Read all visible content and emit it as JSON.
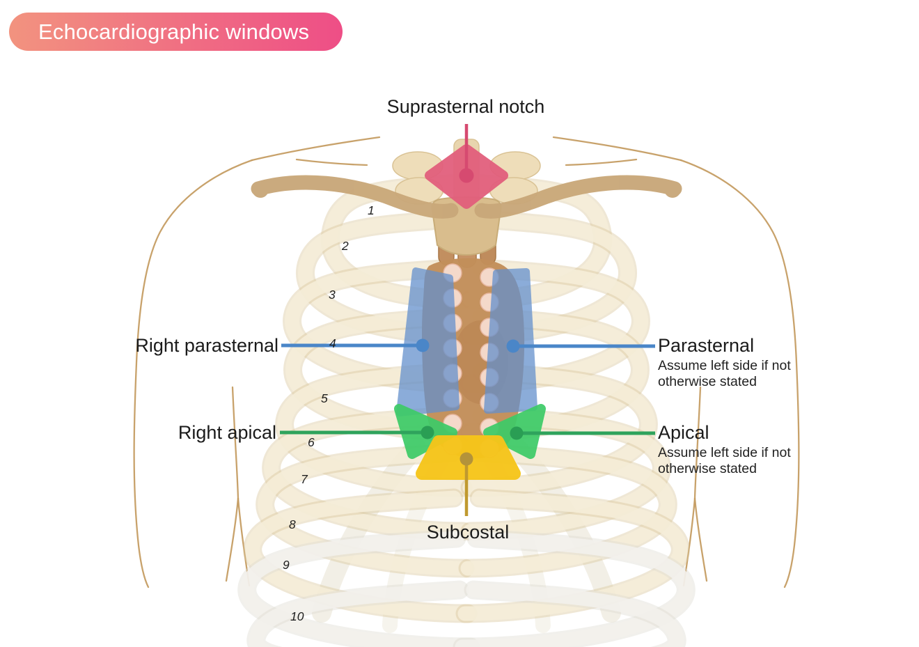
{
  "header": {
    "title": "Echocardiographic windows"
  },
  "labels": {
    "suprasternal": {
      "text": "Suprasternal notch"
    },
    "right_parasternal": {
      "text": "Right parasternal"
    },
    "parasternal": {
      "text": "Parasternal",
      "note": "Assume left side if not otherwise stated"
    },
    "right_apical": {
      "text": "Right apical"
    },
    "apical": {
      "text": "Apical",
      "note": "Assume left side if not otherwise stated"
    },
    "subcostal": {
      "text": "Subcostal"
    }
  },
  "ribs": {
    "numbers": [
      "1",
      "2",
      "3",
      "4",
      "5",
      "6",
      "7",
      "8",
      "9",
      "10"
    ]
  },
  "colors": {
    "header_gradient_start": "#F2937F",
    "header_gradient_end": "#EE4E86",
    "suprasternal_pink": "#E25E7C",
    "suprasternal_line": "#D64A70",
    "parasternal_blue": "#6390CD",
    "parasternal_line": "#4A86C8",
    "apical_green": "#3ECB68",
    "apical_line": "#2FA35C",
    "apical_dot": "#2A9E54",
    "subcostal_yellow": "#F6C51A",
    "subcostal_line": "#C0992F",
    "subcostal_dot": "#B3933A",
    "bone_tan": "#C9A87A",
    "rib_cream": "#F6EEDA",
    "body_outline_tan": "#C39A5E"
  }
}
